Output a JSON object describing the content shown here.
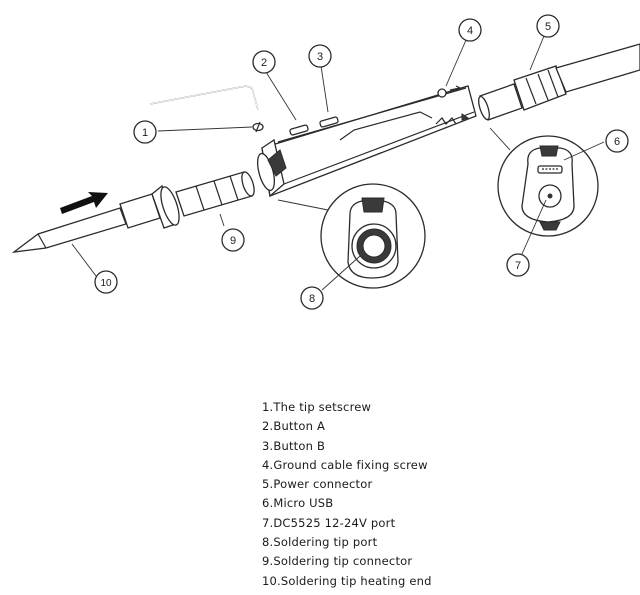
{
  "callouts": [
    "1",
    "2",
    "3",
    "4",
    "5",
    "6",
    "7",
    "8",
    "9",
    "10"
  ],
  "legend": [
    "1.The tip setscrew",
    "2.Button A",
    "3.Button B",
    "4.Ground cable fixing screw",
    "5.Power connector",
    "6.Micro USB",
    "7.DC5525 12-24V port",
    "8.Soldering tip port",
    "9.Soldering tip connector",
    "10.Soldering tip heating end"
  ]
}
